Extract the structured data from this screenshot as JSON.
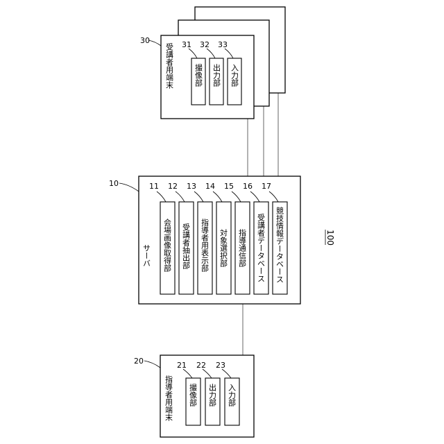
{
  "diagram": {
    "figure_number": "100",
    "server": {
      "ref": "10",
      "title": "サーバ",
      "units": [
        {
          "ref": "11",
          "label": "会場画像取得部"
        },
        {
          "ref": "12",
          "label": "受講者抽出部"
        },
        {
          "ref": "13",
          "label": "指導者用表示部"
        },
        {
          "ref": "14",
          "label": "対象選択部"
        },
        {
          "ref": "15",
          "label": "指導通信部"
        },
        {
          "ref": "16",
          "label": "受講者データベース"
        },
        {
          "ref": "17",
          "label": "競技情報データベース"
        }
      ]
    },
    "instructor_terminal": {
      "ref": "20",
      "title": "指導者用端末",
      "units": [
        {
          "ref": "21",
          "label": "撮像部"
        },
        {
          "ref": "22",
          "label": "出力部"
        },
        {
          "ref": "23",
          "label": "入力部"
        }
      ]
    },
    "student_terminal": {
      "ref": "30",
      "title": "受講者用端末",
      "units": [
        {
          "ref": "31",
          "label": "撮像部"
        },
        {
          "ref": "32",
          "label": "出力部"
        },
        {
          "ref": "33",
          "label": "入力部"
        }
      ]
    }
  }
}
